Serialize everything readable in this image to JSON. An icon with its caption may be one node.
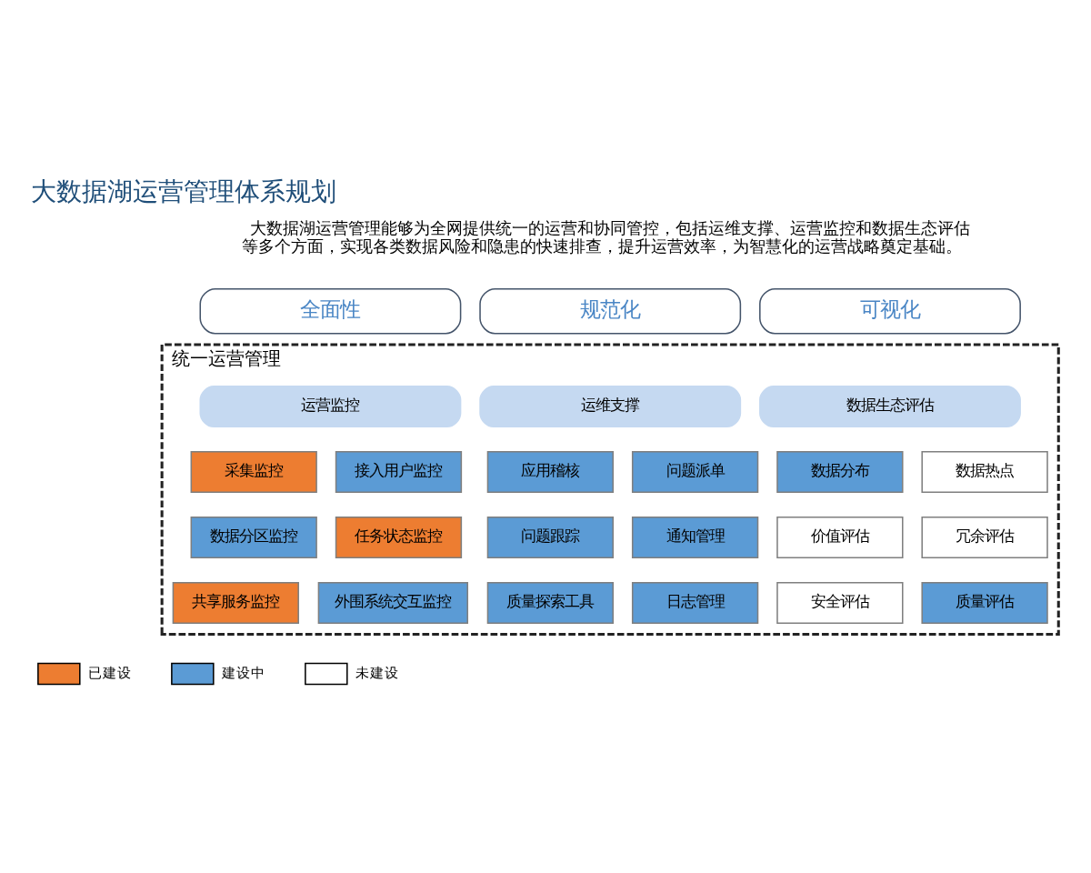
{
  "diagram": {
    "title": "大数据湖运营管理体系规划",
    "nodes": [
      {
        "text": [
          "全面性"
        ]
      },
      {
        "text": [
          "规范化"
        ]
      },
      {
        "text": [
          "可视化"
        ]
      },
      {
        "text": [
          "统一运营管理"
        ]
      },
      {
        "text": [
          "运营监控"
        ],
        "in": 3
      },
      {
        "text": [
          "运维支撑"
        ],
        "in": 3
      },
      {
        "text": [
          "数据生态评估"
        ],
        "in": 3
      },
      {
        "text": [
          "采集监控"
        ],
        "in": 3
      },
      {
        "text": [
          "接入用户监控"
        ],
        "in": 3
      },
      {
        "text": [
          "应用稽核"
        ],
        "in": 3
      },
      {
        "text": [
          "问题派单"
        ],
        "in": 3
      },
      {
        "text": [
          "数据分布"
        ],
        "in": 3
      },
      {
        "text": [
          "数据热点"
        ],
        "in": 3
      },
      {
        "text": [
          "数据分区监控"
        ],
        "in": 3
      },
      {
        "text": [
          "任务状态监控"
        ],
        "in": 3
      },
      {
        "text": [
          "问题跟踪"
        ],
        "in": 3
      },
      {
        "text": [
          "通知管理"
        ],
        "in": 3
      },
      {
        "text": [
          "价值评估"
        ],
        "in": 3
      },
      {
        "text": [
          "冗余评估"
        ],
        "in": 3
      },
      {
        "text": [
          "共享服务监控"
        ],
        "in": 3
      },
      {
        "text": [
          "外围系统交互监控"
        ],
        "in": 3
      },
      {
        "text": [
          "质量探索工具"
        ],
        "in": 3
      },
      {
        "text": [
          "日志管理"
        ],
        "in": 3
      },
      {
        "text": [
          "安全评估"
        ],
        "in": 3
      },
      {
        "text": [
          "质量评估"
        ],
        "in": 3
      }
    ],
    "edges": [],
    "labels": [
      "大数据湖运营管理能够为全网提供统一的运营和协同管控，包括运维支撑、运营监控和数据生态评估等多个方面，实现各类数据风险和隐患的快速排查，提升运营效率，为智慧化的运营战略奠定基础。"
    ],
    "legend": [
      {
        "text": "已建设",
        "color": "#ed7d31"
      },
      {
        "text": "建设中",
        "color": "#5b9bd5"
      },
      {
        "text": "未建设",
        "color": "#ffffff"
      }
    ]
  }
}
